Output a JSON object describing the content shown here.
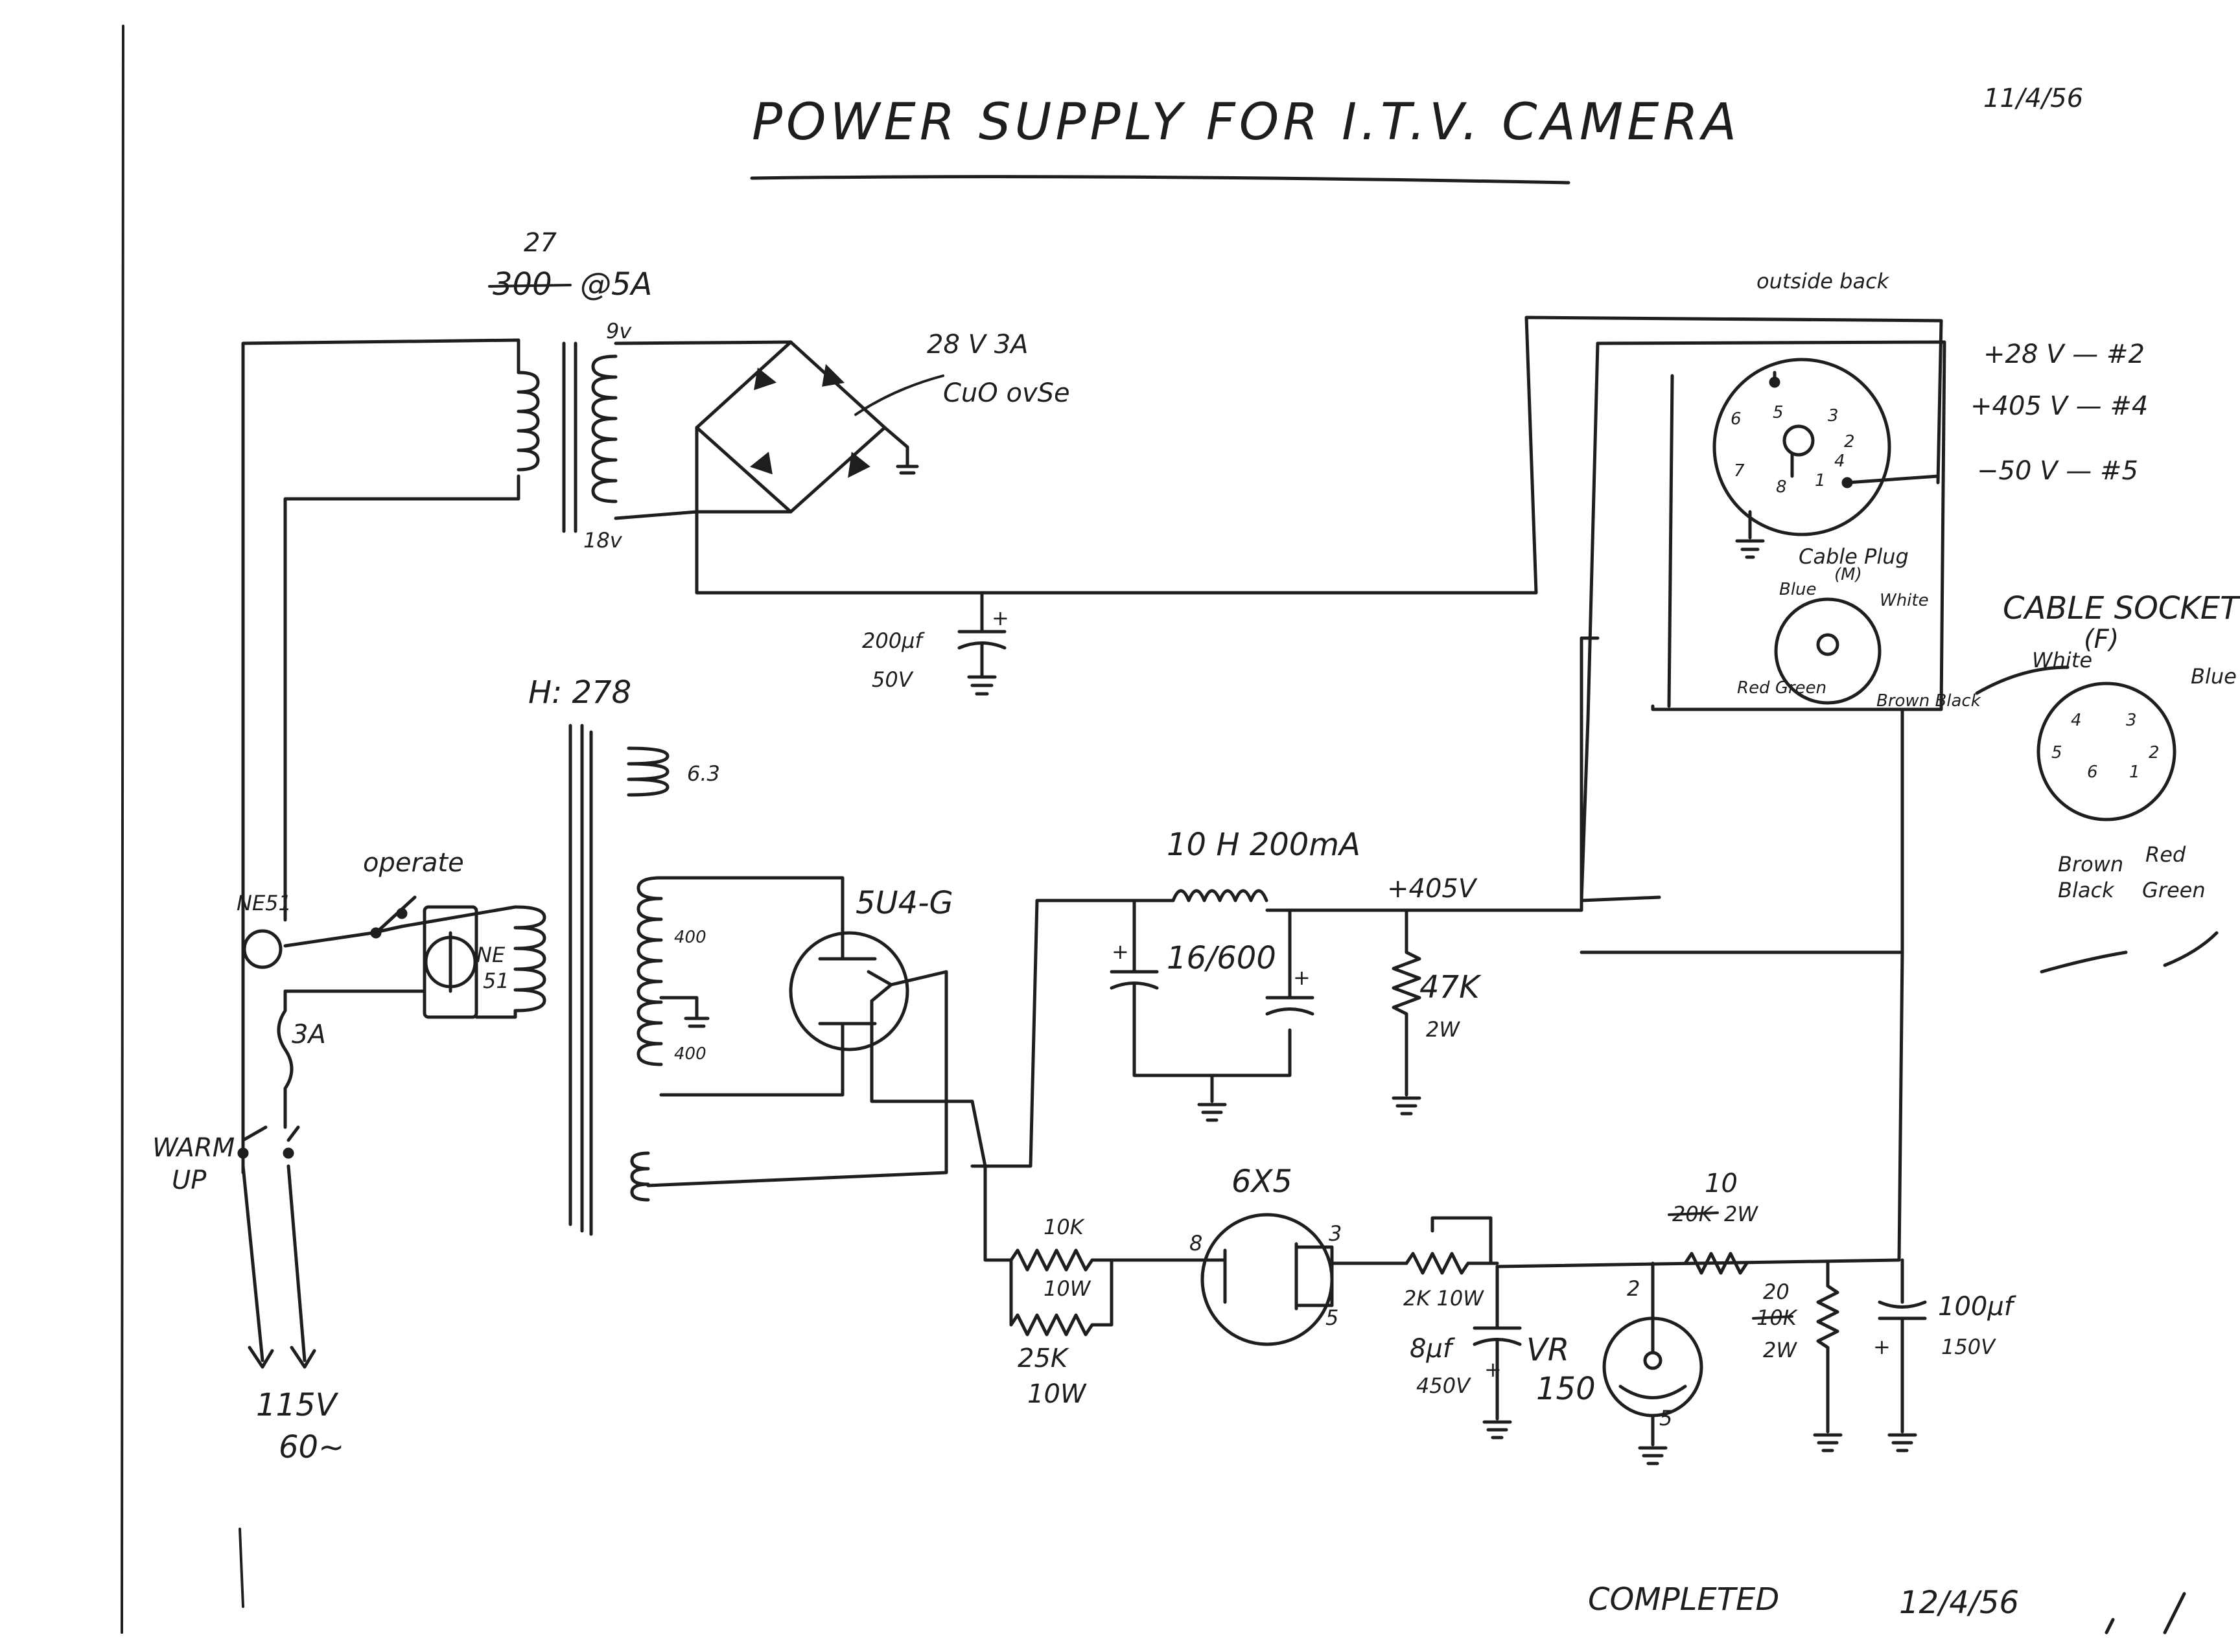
{
  "title": "POWER SUPPLY FOR I.T.V. CAMERA",
  "date_top": "11/4/56",
  "completed_label": "COMPLETED",
  "completed_date": "12/4/56",
  "labels": {
    "xfmr1_edit": "27",
    "xfmr1_rating_struck": "300",
    "xfmr1_rating": "@5A",
    "sec_9v": "9v",
    "sec_18v": "18v",
    "rectifier_rating": "28 V 3A",
    "rectifier_type": "CuO ovSe",
    "cap_200": "200μf",
    "cap_200_v": "50V",
    "xfmr2": "H: 278",
    "heater_6_3": "6.3",
    "hv_400a": "400",
    "hv_400b": "400",
    "operate": "operate",
    "ne51_a": "NE51",
    "ne51_b": "NE",
    "ne51_c": "51",
    "fuse": "3A",
    "warm_up_a": "WARM",
    "warm_up_b": "UP",
    "mains_v": "115V",
    "mains_f": "60~",
    "rect_tube": "5U4-G",
    "choke": "10 H 200mA",
    "cap_16_600": "16/600",
    "b_plus": "+405V",
    "r47k": "47K",
    "r47k_w": "2W",
    "r10k": "10K",
    "r10k_w": "10W",
    "r25k": "25K",
    "r25k_w": "10W",
    "tube_6x5": "6X5",
    "pin8": "8",
    "pin3": "3",
    "pin5": "5",
    "r2k": "2K 10W",
    "cap_8": "8μf",
    "cap_8_v": "450V",
    "vr150_a": "VR",
    "vr150_b": "150",
    "vr_pin2": "2",
    "vr_pin5": "5",
    "r10_edit": "10",
    "r20k_struck": "20K",
    "r10_w": "2W",
    "r20_edit": "20",
    "r10k_struck": "10K",
    "r20_w": "2W",
    "cap_100": "100μf",
    "cap_100_v": "150V",
    "outside_back": "outside back",
    "out_28": "+28 V — #2",
    "out_405": "+405 V — #4",
    "out_50": "−50 V — #5",
    "cable_plug_a": "Cable Plug",
    "cable_plug_b": "(M)",
    "plug_blue": "Blue",
    "plug_white": "White",
    "plug_red_green": "Red Green",
    "plug_brown_black": "Brown Black",
    "cable_socket_a": "CABLE SOCKET",
    "cable_socket_b": "(F)",
    "sock_white": "White",
    "sock_blue": "Blue",
    "sock_brown_black_a": "Brown",
    "sock_brown_black_b": "Black",
    "sock_red_green_a": "Red",
    "sock_red_green_b": "Green"
  }
}
